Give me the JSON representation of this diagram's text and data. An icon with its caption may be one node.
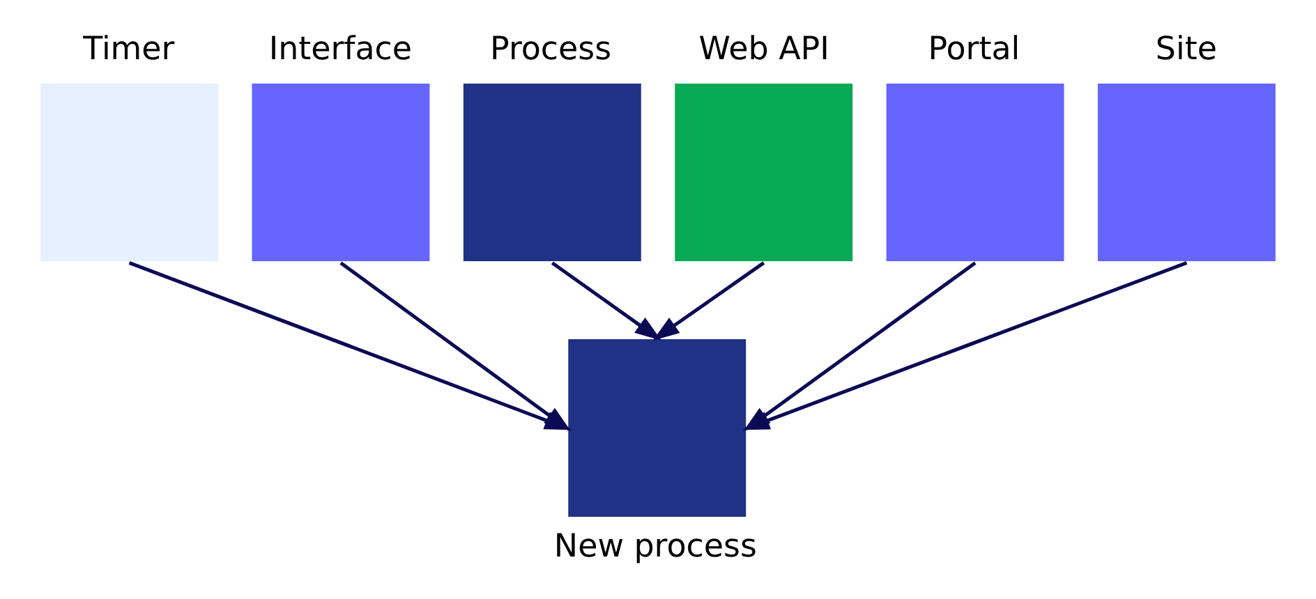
{
  "diagram": {
    "nodes": [
      {
        "text": [
          "Timer"
        ]
      },
      {
        "text": [
          "Interface"
        ]
      },
      {
        "text": [
          "Process"
        ]
      },
      {
        "text": [
          "Web API"
        ]
      },
      {
        "text": [
          "Portal"
        ]
      },
      {
        "text": [
          "Site"
        ]
      },
      {
        "text": [
          "New process"
        ]
      }
    ],
    "edges": [
      {
        "from": 0,
        "to": 6,
        "arrow": "to"
      },
      {
        "from": 1,
        "to": 6,
        "arrow": "to"
      },
      {
        "from": 2,
        "to": 6,
        "arrow": "to"
      },
      {
        "from": 3,
        "to": 6,
        "arrow": "to"
      },
      {
        "from": 4,
        "to": 6,
        "arrow": "to"
      },
      {
        "from": 5,
        "to": 6,
        "arrow": "to"
      }
    ]
  }
}
